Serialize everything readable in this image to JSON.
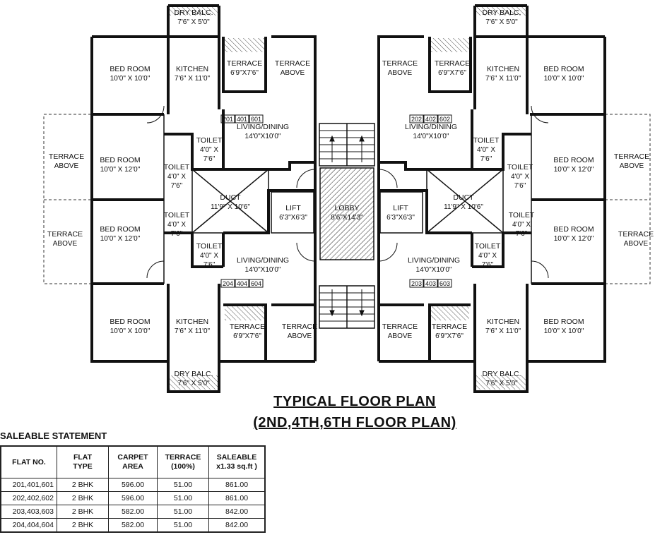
{
  "plan": {
    "rooms": [
      {
        "name": "BED ROOM",
        "size": "10'0\" X 10'0\""
      },
      {
        "name": "KITCHEN",
        "size": "7'6\" X 11'0\""
      },
      {
        "name": "TERRACE",
        "size": "6'9\"X7'6\""
      },
      {
        "name": "TERRACE",
        "size": "ABOVE"
      },
      {
        "name": "TERRACE",
        "size": "ABOVE"
      },
      {
        "name": "TERRACE",
        "size": "6'9\"X7'6\""
      },
      {
        "name": "KITCHEN",
        "size": "7'6\" X 11'0\""
      },
      {
        "name": "BED ROOM",
        "size": "10'0\" X 10'0\""
      },
      {
        "name": "DRY BALC.",
        "size": "7'6\" X 5'0\""
      },
      {
        "name": "DRY BALC.",
        "size": "7'6\" X 5'0\""
      },
      {
        "name": "LIVING/DINING",
        "size": "14'0\"X10'0\""
      },
      {
        "name": "LIVING/DINING",
        "size": "14'0\"X10'0\""
      },
      {
        "name": "TERRACE",
        "size": "ABOVE"
      },
      {
        "name": "BED ROOM",
        "size": "10'0\" X 12'0\""
      },
      {
        "name": "BED ROOM",
        "size": "10'0\" X 12'0\""
      },
      {
        "name": "TERRACE",
        "size": "ABOVE"
      },
      {
        "name": "TOILET",
        "size": "4'0\" X 7'6\""
      },
      {
        "name": "TOILET",
        "size": "4'0\" X 7'6\""
      },
      {
        "name": "TOILET",
        "size": "4'0\" X 7'6\""
      },
      {
        "name": "TOILET",
        "size": "4'0\" X 7'6\""
      },
      {
        "name": "DUCT",
        "size": "11'9\" X 10'6\""
      },
      {
        "name": "DUCT",
        "size": "11'9\" X 10'6\""
      },
      {
        "name": "LIFT",
        "size": "6'3\"X6'3\""
      },
      {
        "name": "LOBBY",
        "size": "8'6\"X14'3\""
      },
      {
        "name": "LIFT",
        "size": "6'3\"X6'3\""
      },
      {
        "name": "TERRACE",
        "size": "ABOVE"
      },
      {
        "name": "BED ROOM",
        "size": "10'0\" X 12'0\""
      },
      {
        "name": "BED ROOM",
        "size": "10'0\" X 12'0\""
      },
      {
        "name": "TERRACE",
        "size": "ABOVE"
      },
      {
        "name": "TOILET",
        "size": "4'0\" X 7'6\""
      },
      {
        "name": "TOILET",
        "size": "4'0\" X 7'6\""
      },
      {
        "name": "TOILET",
        "size": "4'0\" X 7'6\""
      },
      {
        "name": "TOILET",
        "size": "4'0\" X 7'6\""
      },
      {
        "name": "LIVING/DINING",
        "size": "14'0\"X10'0\""
      },
      {
        "name": "LIVING/DINING",
        "size": "14'0\"X10'0\""
      },
      {
        "name": "BED ROOM",
        "size": "10'0\" X 10'0\""
      },
      {
        "name": "KITCHEN",
        "size": "7'6\" X 11'0\""
      },
      {
        "name": "TERRACE",
        "size": "6'9\"X7'6\""
      },
      {
        "name": "TERRACE",
        "size": "ABOVE"
      },
      {
        "name": "TERRACE",
        "size": "ABOVE"
      },
      {
        "name": "TERRACE",
        "size": "6'9\"X7'6\""
      },
      {
        "name": "KITCHEN",
        "size": "7'6\" X 11'0\""
      },
      {
        "name": "BED ROOM",
        "size": "10'0\" X 10'0\""
      },
      {
        "name": "DRY BALC.",
        "size": "7'6\" X 5'0\""
      },
      {
        "name": "DRY BALC.",
        "size": "7'6\" X 5'0\""
      }
    ],
    "unit_tags": [
      [
        "201",
        "401",
        "601"
      ],
      [
        "202",
        "402",
        "602"
      ],
      [
        "204",
        "404",
        "604"
      ],
      [
        "203",
        "403",
        "603"
      ]
    ]
  },
  "title": {
    "line1": "TYPICAL FLOOR PLAN",
    "line2": "(2ND,4TH,6TH FLOOR PLAN)"
  },
  "statement": {
    "title": "SALEABLE STATEMENT",
    "headers": [
      [
        "FLAT NO."
      ],
      [
        "FLAT",
        "TYPE"
      ],
      [
        "CARPET",
        "AREA"
      ],
      [
        "TERRACE",
        "(100%)"
      ],
      [
        "SALEABLE",
        "x1.33 sq.ft )"
      ]
    ],
    "rows": [
      [
        "201,401,601",
        "2 BHK",
        "596.00",
        "51.00",
        "861.00"
      ],
      [
        "202,402,602",
        "2 BHK",
        "596.00",
        "51.00",
        "861.00"
      ],
      [
        "203,403,603",
        "2 BHK",
        "582.00",
        "51.00",
        "842.00"
      ],
      [
        "204,404,604",
        "2 BHK",
        "582.00",
        "51.00",
        "842.00"
      ]
    ]
  }
}
